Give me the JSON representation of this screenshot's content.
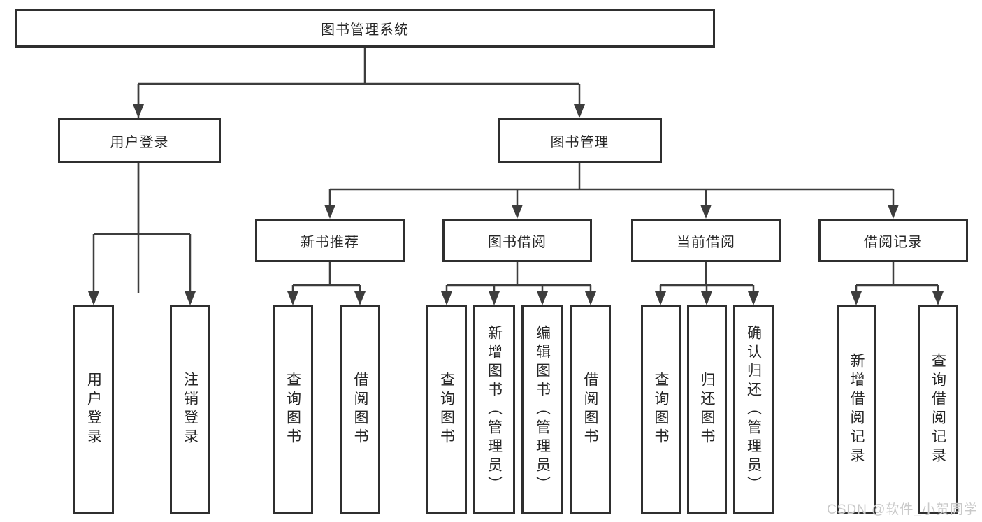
{
  "diagram": {
    "root": {
      "label": "图书管理系统"
    },
    "branches": [
      {
        "label": "用户登录",
        "children": [
          "用户登录",
          "注销登录"
        ]
      },
      {
        "label": "图书管理",
        "groups": [
          {
            "label": "新书推荐",
            "children": [
              "查询图书",
              "借阅图书"
            ]
          },
          {
            "label": "图书借阅",
            "children": [
              "查询图书",
              "新增图书（管理员）",
              "编辑图书（管理员）",
              "借阅图书"
            ]
          },
          {
            "label": "当前借阅",
            "children": [
              "查询图书",
              "归还图书",
              "确认归还（管理员）"
            ]
          },
          {
            "label": "借阅记录",
            "children": [
              "新增借阅记录",
              "查询借阅记录"
            ]
          }
        ]
      }
    ]
  },
  "watermark": {
    "text": "CSDN @软件_小贺同学",
    "color": "#c9c9c9"
  },
  "colors": {
    "background": "#ffffff",
    "line": "#3d3d3d",
    "box_border": "#2f2f2f",
    "text": "#262626"
  }
}
